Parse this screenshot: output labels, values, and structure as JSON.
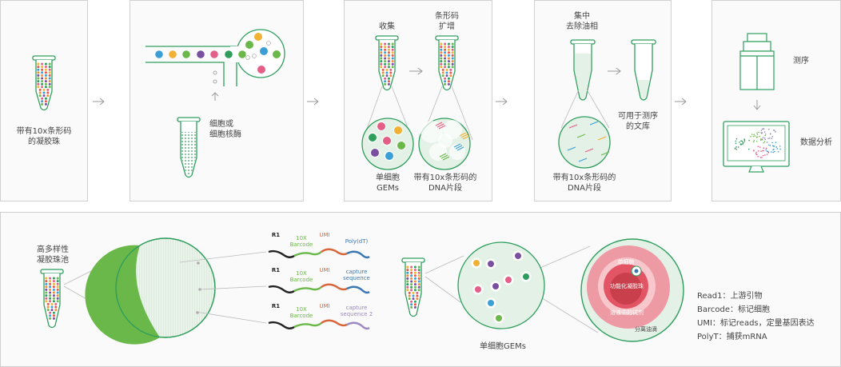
{
  "top": {
    "p1": {
      "tube_label": "带有10x条形码\n的凝胶珠"
    },
    "p2": {
      "sample_label": "细胞或\n细胞核酶"
    },
    "p3": {
      "collect": "收集",
      "amplify": "条形码\n扩增",
      "gems": "单细胞\nGEMs",
      "dna": "带有10x条形码的\nDNA片段"
    },
    "p4": {
      "pool": "集中\n去除油相",
      "library": "可用于测序\n的文库",
      "dna": "带有10x条形码的\nDNA片段"
    },
    "p5": {
      "sequencing": "测序",
      "analysis": "数据分析"
    }
  },
  "bottom": {
    "pool_label": "高多样性\n凝胶珠池",
    "strands": [
      {
        "r1": "R1",
        "barcode": "10X\nBarcode",
        "umi": "UMI",
        "end": "Poly(dT)",
        "end_color": "#3b78b0"
      },
      {
        "r1": "R1",
        "barcode": "10X\nBarcode",
        "umi": "UMI",
        "end": "capture\nsequence",
        "end_color": "#3b78b0"
      },
      {
        "r1": "R1",
        "barcode": "10X\nBarcode",
        "umi": "UMI",
        "end": "capture\nsequence 2",
        "end_color": "#9b89c0"
      }
    ],
    "gems_label": "单细胞GEMs",
    "gem_zoom": {
      "cell": "单细胞",
      "bead": "功能化凝胶珠",
      "reagents": "溶液中的试剂",
      "emulsion": "分离油滴"
    },
    "legend": [
      "Read1：上游引物",
      "Barcode：标记细胞",
      "UMI：标记reads，定量基因表达",
      "PolyT：捕获mRNA"
    ]
  },
  "colors": {
    "green": "#2f9e5d",
    "tube_stroke": "#2f9e5d",
    "bead_green": "#6bb84a",
    "umi_orange": "#d9663a",
    "polyT_blue": "#3b78b0"
  }
}
